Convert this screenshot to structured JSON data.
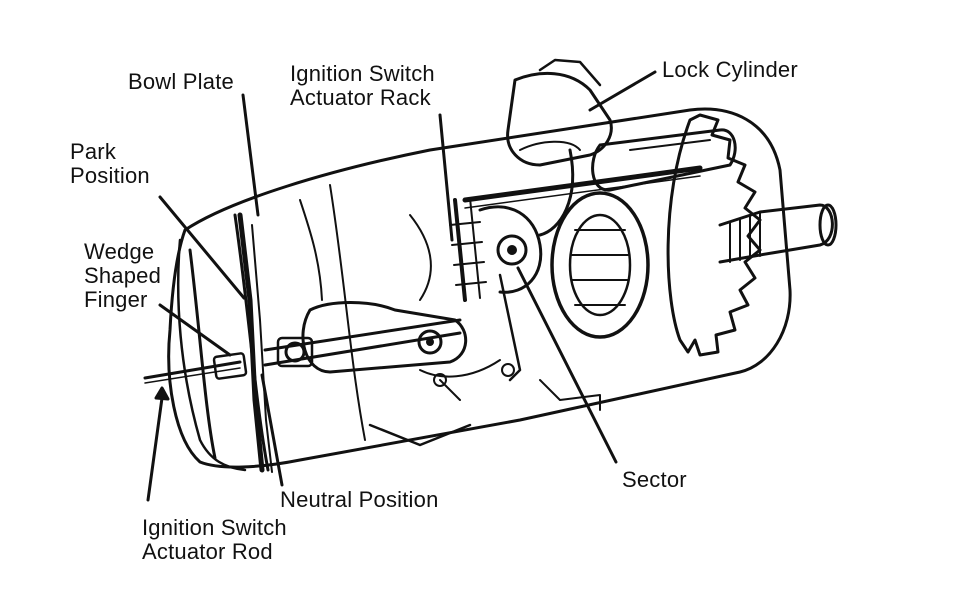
{
  "labels": {
    "bowl_plate": "Bowl Plate",
    "ignition_switch_actuator_rack": [
      "Ignition Switch",
      "Actuator Rack"
    ],
    "lock_cylinder": "Lock Cylinder",
    "park_position": [
      "Park",
      "Position"
    ],
    "wedge_shaped_finger": [
      "Wedge",
      "Shaped",
      "Finger"
    ],
    "sector": "Sector",
    "neutral_position": "Neutral Position",
    "ignition_switch_actuator_rod": [
      "Ignition Switch",
      "Actuator Rod"
    ]
  },
  "colors": {
    "ink": "#111111",
    "background": "#ffffff"
  }
}
